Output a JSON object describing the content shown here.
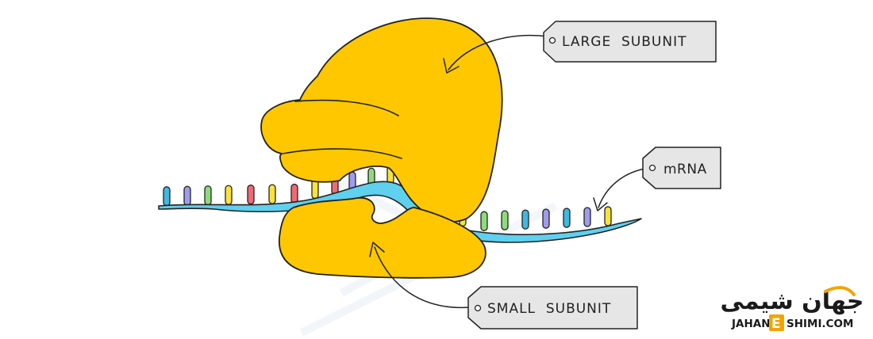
{
  "labels": {
    "large_subunit": "LARGE  SUBUNIT",
    "small_subunit": "SMALL  SUBUNIT",
    "mrna": "mRNA"
  },
  "watermark": {
    "persian": "جهان شیمی",
    "latin_left": "JAHAN",
    "latin_e": "E",
    "latin_right": "SHIMI.COM"
  },
  "colors": {
    "subunit_fill": "#FFC700",
    "subunit_stroke": "#222222",
    "mrna_fill": "#5FD0EE",
    "tag_fill": "#E6E6E6",
    "brand_accent": "#F5A300",
    "base_red": "#EE6B73",
    "base_yellow": "#F9E23C",
    "base_green": "#8EDB7B",
    "base_purple": "#9E9CEB",
    "base_blue": "#3FB8E2"
  },
  "icons": {
    "arrow": "curved-arrow-icon",
    "tag_hole": "tag-hole-icon"
  }
}
